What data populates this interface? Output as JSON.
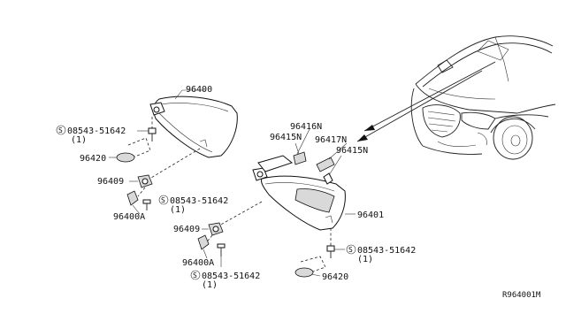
{
  "diagram": {
    "ref_code": "R964001M",
    "screw_symbol": "S",
    "labels": {
      "visor_left": "96400",
      "visor_right": "96401",
      "screw_upper": "08543-51642",
      "screw_upper_qty": "(1)",
      "screw_mid": "08543-51642",
      "screw_mid_qty": "(1)",
      "screw_right": "08543-51642",
      "screw_right_qty": "(1)",
      "screw_lower": "08543-51642",
      "screw_lower_qty": "(1)",
      "holder_left": "96420",
      "holder_right": "96420",
      "bracket_left": "96409",
      "bracket_right": "96409",
      "cover_left": "96400A",
      "cover_right": "96400A",
      "mirror_lid": "96416N",
      "clip_left": "96415N",
      "lamp_lid": "96417N",
      "clip_right": "96415N"
    }
  }
}
